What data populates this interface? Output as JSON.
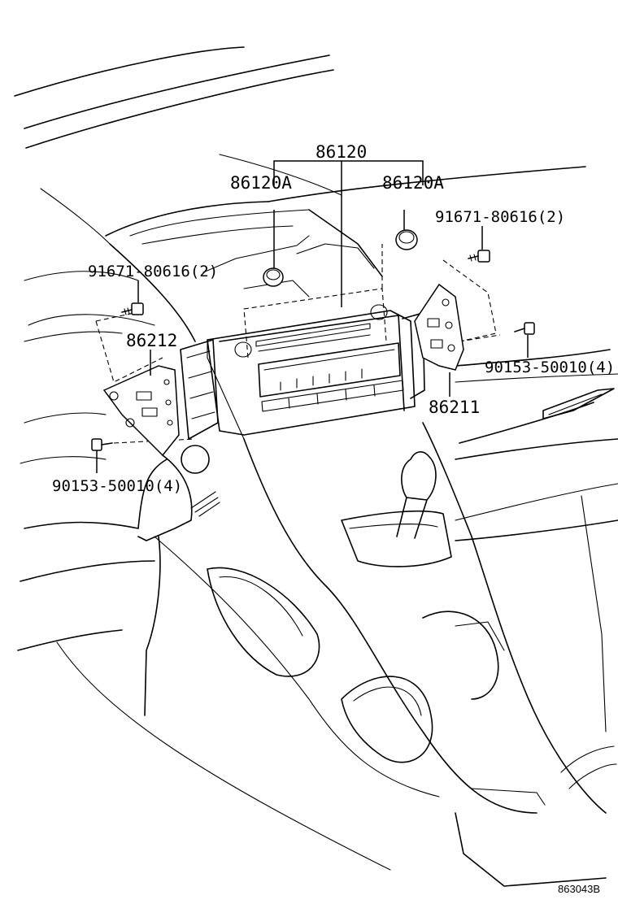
{
  "diagram": {
    "part_labels": {
      "assembly": "86120",
      "knob_left": "86120A",
      "knob_right": "86120A",
      "screw_top_right": "91671-80616(2)",
      "screw_left": "91671-80616(2)",
      "bracket_left": "86212",
      "bolt_right": "90153-50010(4)",
      "bracket_right": "86211",
      "bolt_left": "90153-50010(4)"
    },
    "figure_code": "863043B"
  }
}
